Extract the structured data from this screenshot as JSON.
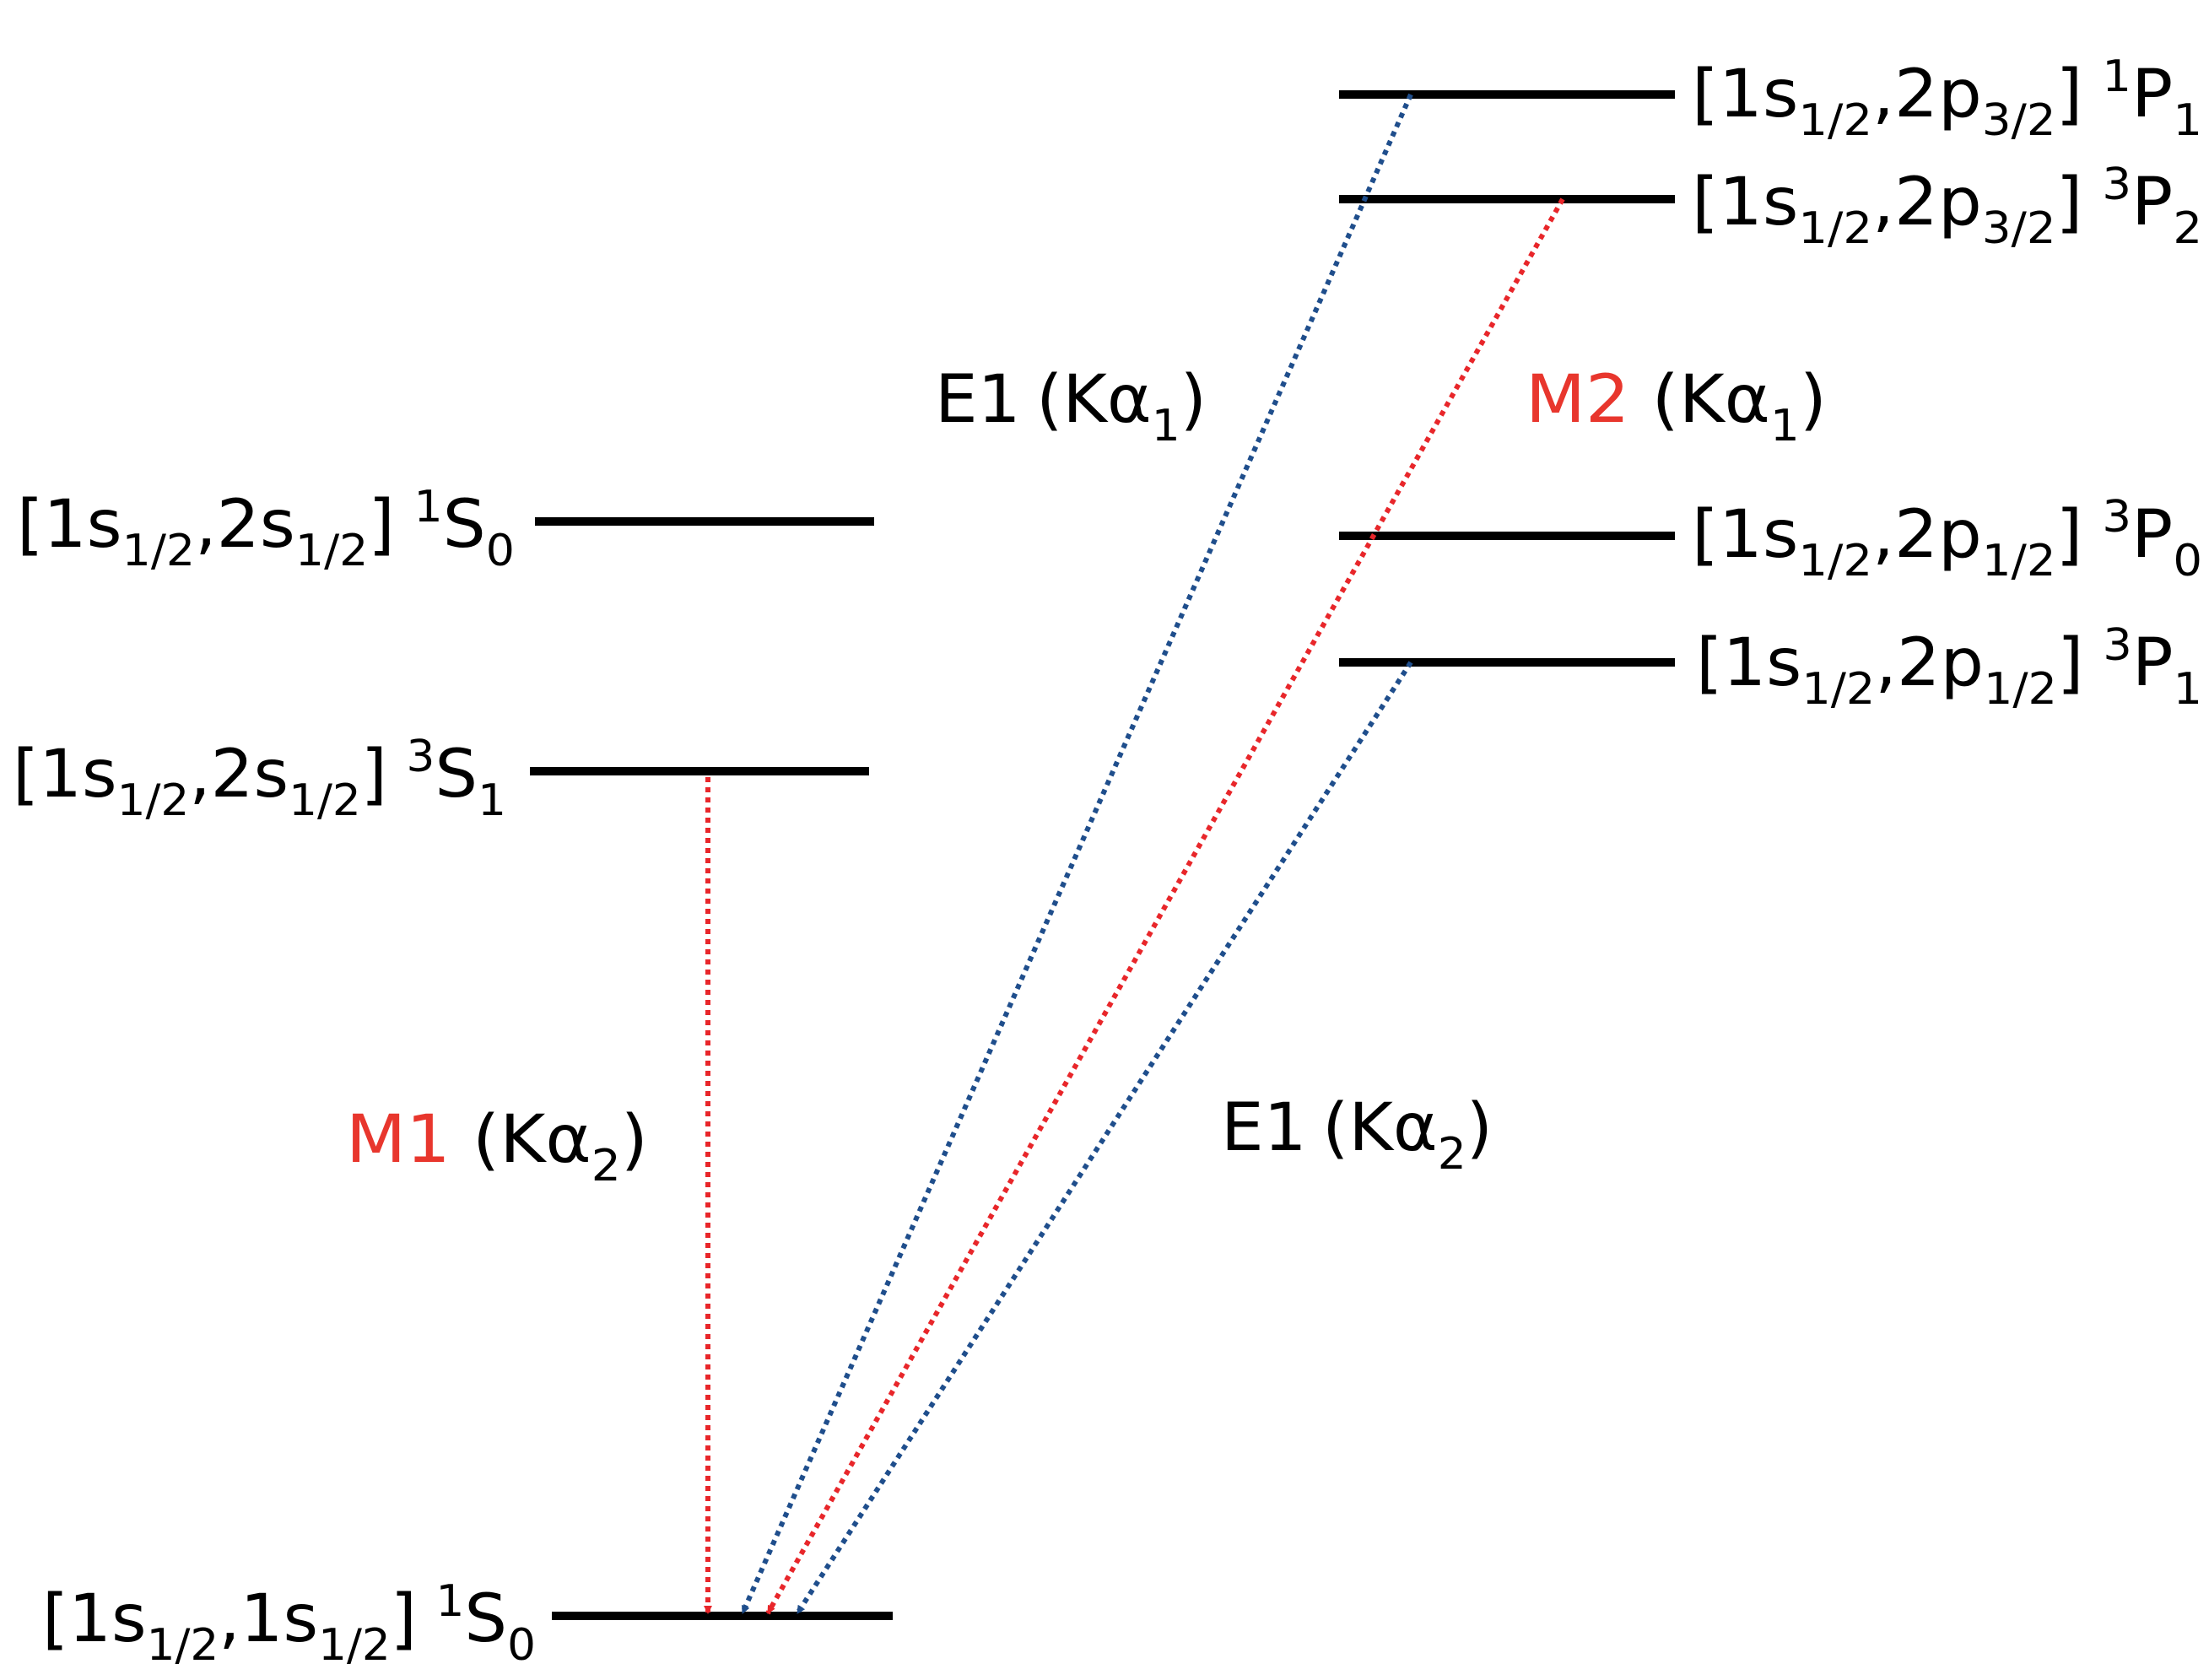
{
  "colors": {
    "level": "#000000",
    "e1_arrow": "#1F4E8C",
    "magnetic_arrow": "#E8262A",
    "magnetic_text": "#E8362D",
    "text": "#000000"
  },
  "levels": {
    "ground": {
      "label": "[1s1/2,1s1/2] 1S0",
      "core": "[1s",
      "j1": "1/2",
      "mid": ",1s",
      "j2": "1/2",
      "close": "]",
      "mult": "1",
      "term": "S",
      "J": "0"
    },
    "s1S0": {
      "label": "[1s1/2,2s1/2] 1S0",
      "core": "[1s",
      "j1": "1/2",
      "mid": ",2s",
      "j2": "1/2",
      "close": "]",
      "mult": "1",
      "term": "S",
      "J": "0"
    },
    "s3S1": {
      "label": "[1s1/2,2s1/2] 3S1",
      "core": "[1s",
      "j1": "1/2",
      "mid": ",2s",
      "j2": "1/2",
      "close": "]",
      "mult": "3",
      "term": "S",
      "J": "1"
    },
    "p1P1": {
      "label": "[1s1/2,2p3/2] 1P1",
      "core": "[1s",
      "j1": "1/2",
      "mid": ",2p",
      "j2": "3/2",
      "close": "]",
      "mult": "1",
      "term": "P",
      "J": "1"
    },
    "p3P2": {
      "label": "[1s1/2,2p3/2] 3P2",
      "core": "[1s",
      "j1": "1/2",
      "mid": ",2p",
      "j2": "3/2",
      "close": "]",
      "mult": "3",
      "term": "P",
      "J": "2"
    },
    "p3P0": {
      "label": "[1s1/2,2p1/2] 3P0",
      "core": "[1s",
      "j1": "1/2",
      "mid": ",2p",
      "j2": "1/2",
      "close": "]",
      "mult": "3",
      "term": "P",
      "J": "0"
    },
    "p3P1": {
      "label": "[1s1/2,2p1/2] 3P1",
      "core": "[1s",
      "j1": "1/2",
      "mid": ",2p",
      "j2": "1/2",
      "close": "]",
      "mult": "3",
      "term": "P",
      "J": "1"
    }
  },
  "transitions": {
    "e1_ka1": {
      "type": "E1",
      "line": "(Kα",
      "line_sub": "1",
      "close": ")"
    },
    "m2_ka1": {
      "type": "M2",
      "line": " (Kα",
      "line_sub": "1",
      "close": ")"
    },
    "m1_ka2": {
      "type": "M1",
      "line": " (Kα",
      "line_sub": "2",
      "close": ")"
    },
    "e1_ka2": {
      "type": "E1",
      "line": "(Kα",
      "line_sub": "2",
      "close": ")"
    }
  }
}
